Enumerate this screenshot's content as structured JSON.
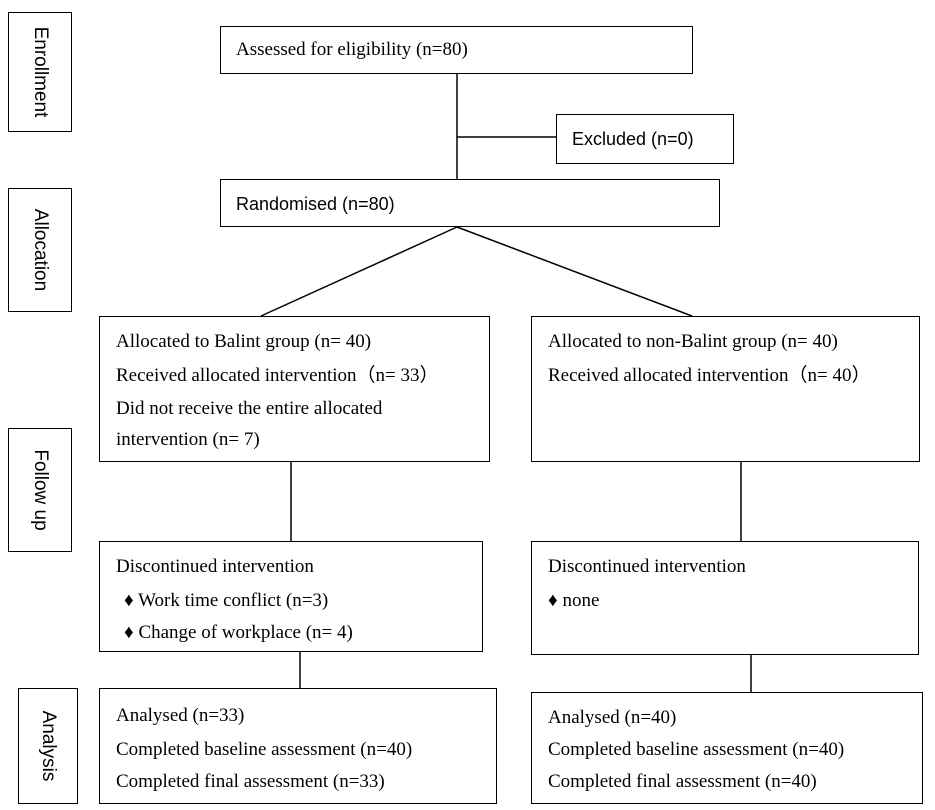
{
  "stages": {
    "enrollment": "Enrollment",
    "allocation": "Allocation",
    "follow_up": "Follow up",
    "analysis": "Analysis"
  },
  "enrollment": {
    "assessed": "Assessed for eligibility (n=80)",
    "excluded": "Excluded (n=0)"
  },
  "allocation": {
    "randomised": "Randomised (n=80)"
  },
  "left_arm": {
    "allocated": {
      "line1": "Allocated to Balint group (n= 40)",
      "line2": "Received allocated intervention（n= 33）",
      "line3": "Did not receive the entire allocated",
      "line4": "intervention (n= 7)"
    },
    "followup": {
      "title": "Discontinued intervention",
      "item1": "♦ Work time conflict (n=3)",
      "item2": "♦ Change of workplace (n= 4)"
    },
    "analysis": {
      "line1": "Analysed (n=33)",
      "line2": "Completed baseline assessment (n=40)",
      "line3": "Completed final assessment (n=33)"
    }
  },
  "right_arm": {
    "allocated": {
      "line1": "Allocated to non-Balint group (n= 40)",
      "line2": "Received allocated intervention（n= 40）"
    },
    "followup": {
      "title": "Discontinued intervention",
      "item1": "♦ none"
    },
    "analysis": {
      "line1": "Analysed (n=40)",
      "line2": "Completed baseline assessment (n=40)",
      "line3": "Completed final assessment (n=40)"
    }
  }
}
